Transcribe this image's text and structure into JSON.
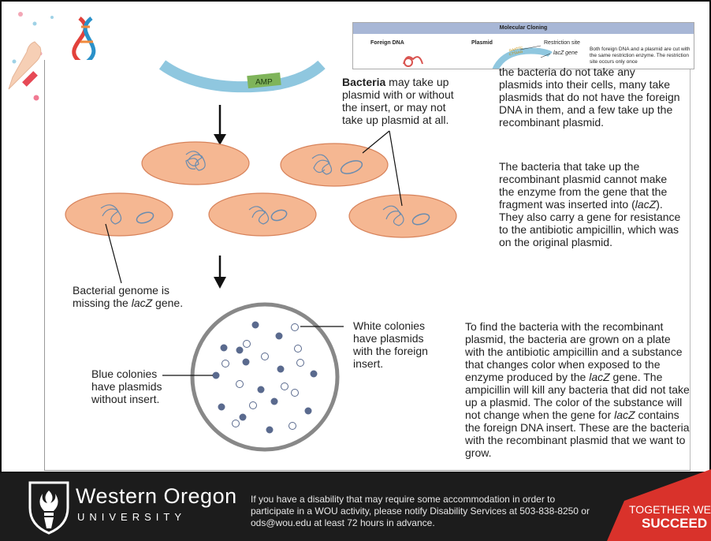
{
  "thumbnail": {
    "title": "Molecular Cloning",
    "foreign_dna": "Foreign DNA",
    "plasmid": "Plasmid",
    "restriction_site": "Restriction site",
    "lacz_gene": "lacZ gene",
    "note": "Both foreign DNA and a plasmid are cut with the same restriction enzyme. The restriction site occurs only once",
    "site_seq_top": "GAATTC",
    "site_seq_bottom": "CTTAAG"
  },
  "amp_label": "AMP",
  "bacteria_callout": {
    "bold": "Bacteria",
    "rest": " may take up plasmid with or without the insert, or may not take up plasmid at all."
  },
  "para1": "the bacteria do not take any plasmids into their cells, many take plasmids that do not have the foreign DNA in them, and a few take up the recombinant plasmid.",
  "para2": {
    "a": "The bacteria that take up the recombinant plasmid cannot make the enzyme from the gene that the fragment was inserted into (",
    "b": "lacZ",
    "c": "). They also carry a gene for resistance to the antibiotic ampicillin, which was on the original plasmid."
  },
  "genome_label": {
    "a": "Bacterial genome is missing the ",
    "b": "lacZ",
    "c": " gene."
  },
  "white_label": "White colonies have plasmids with the foreign insert.",
  "blue_label": "Blue colonies have plasmids without insert.",
  "para3": {
    "a": "To find the bacteria with the recombinant plasmid, the bacteria are grown on a plate with the antibiotic ampicillin and a substance that changes color when exposed to the enzyme produced by the ",
    "b": "lacZ",
    "c": " gene. The ampicillin will kill any bacteria that did not take up a plasmid. The color of the substance will not change when the gene for ",
    "d": "lacZ",
    "e": " contains the foreign DNA insert. These are the bacteria with the recombinant plasmid that we want to grow."
  },
  "footer": {
    "university_name": "Western Oregon",
    "university_sub": "UNIVERSITY",
    "accessibility": "If you have a disability that may require some accommodation in order to participate in a WOU activity, please notify Disability Services at 503-838-8250 or ods@wou.edu at least 72 hours in advance.",
    "slogan_top": "TOGETHER WE",
    "slogan_bottom": "SUCCEED"
  },
  "colors": {
    "cell_fill": "#f5b792",
    "cell_stroke": "#d7825a",
    "blue_colony": "#5a6a8e",
    "footer_bg": "#1c1c1c",
    "slogan_red": "#d9322b"
  }
}
